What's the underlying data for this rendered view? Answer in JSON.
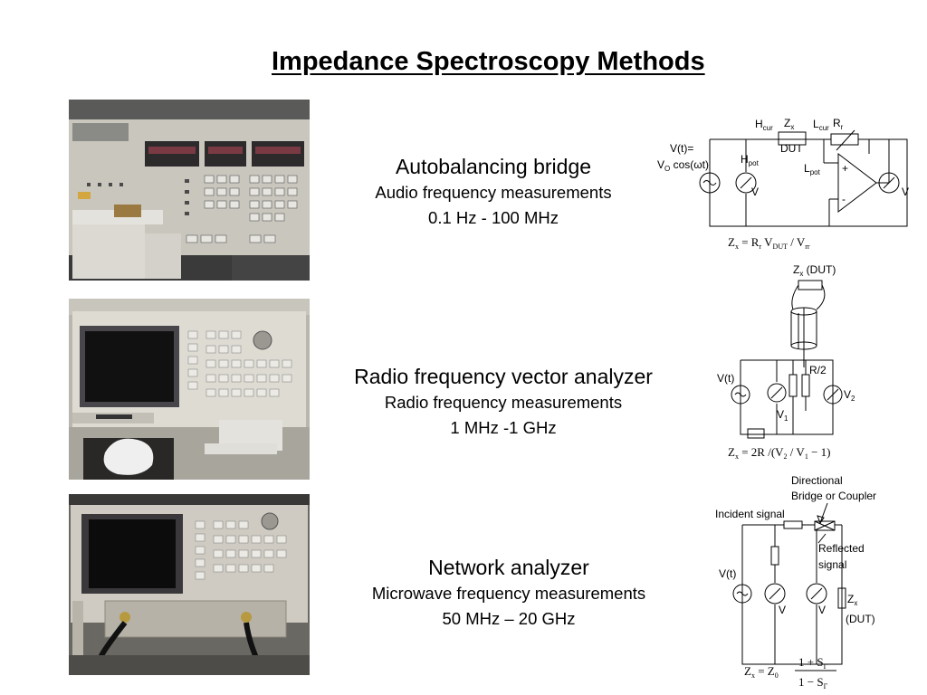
{
  "title": "Impedance Spectroscopy Methods",
  "methods": [
    {
      "name": "Autobalancing bridge",
      "range_desc": "Audio frequency measurements",
      "range": "0.1 Hz - 100 MHz",
      "circuit": {
        "hcur": "H",
        "hcur_sub": "cur",
        "zx": "Z",
        "zx_sub": "x",
        "dut": "DUT",
        "lcur": "L",
        "lcur_sub": "cur",
        "rr": "R",
        "rr_sub": "r",
        "vt": "V(t)=",
        "vo_expr_v": "V",
        "vo_expr_sub": "O",
        "vo_expr_rest": " cos(ωt)",
        "hpot": "H",
        "hpot_sub": "pot",
        "lpot": "L",
        "lpot_sub": "pot",
        "v_left": "V",
        "v_right": "V",
        "plus": "+",
        "minus": "-",
        "formula": {
          "z": "Z",
          "z_sub": "x",
          "eq": " = R",
          "r_sub": "r",
          "v": " V",
          "v_sub": "DUT",
          "slash": " / V",
          "v2_sub": "rr"
        }
      }
    },
    {
      "name": "Radio frequency vector analyzer",
      "range_desc": "Radio frequency measurements",
      "range": "1 MHz -1 GHz",
      "circuit": {
        "zx": "Z",
        "zx_sub": "x",
        "dut": " (DUT)",
        "r2": "R/2",
        "vt": "V(t)",
        "v2": "V",
        "v2_sub": "2",
        "v1": "V",
        "v1_sub": "1",
        "formula": {
          "z": "Z",
          "z_sub": "x",
          "eq": " = 2R /(V",
          "a_sub": "2",
          "mid": " / V",
          "b_sub": "1",
          "end": " − 1)"
        }
      }
    },
    {
      "name": "Network analyzer",
      "range_desc": "Microwave frequency measurements",
      "range": "50 MHz – 20 GHz",
      "circuit": {
        "directional": "Directional",
        "bridge": "Bridge or Coupler",
        "incident": "Incident signal",
        "reflected": "Reflected",
        "signal": "signal",
        "vt": "V(t)",
        "v_left": "V",
        "v_right": "V",
        "zx": "Z",
        "zx_sub": "x",
        "dut": "(DUT)",
        "formula": {
          "z": "Z",
          "z_sub": "x",
          "eq": " = Z",
          "z0_sub": "0",
          "num": "1 + S",
          "den": "1 − S",
          "gamma": "Γ"
        }
      }
    }
  ]
}
